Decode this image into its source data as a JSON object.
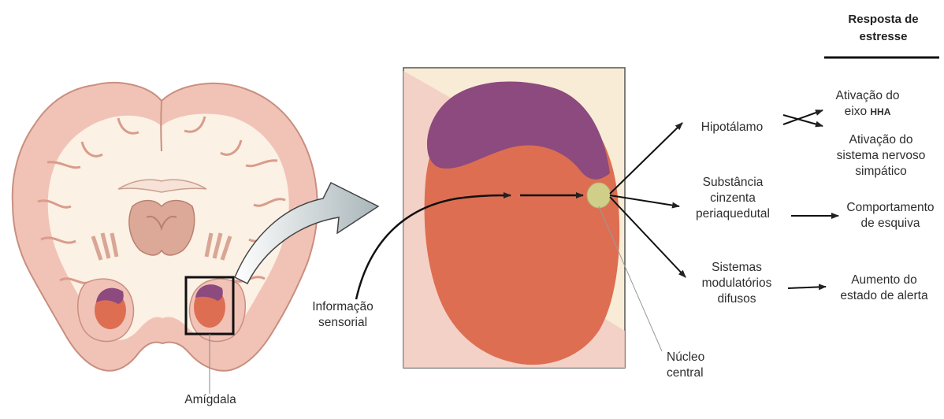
{
  "header": {
    "line1": "Resposta de",
    "line2": "estresse"
  },
  "labels": {
    "amigdala": "Amígdala",
    "informacao_line1": "Informação",
    "informacao_line2": "sensorial",
    "nucleo_line1": "Núcleo",
    "nucleo_line2": "central",
    "hipotalamo": "Hipotálamo",
    "substancia_line1": "Substância",
    "substancia_line2": "cinzenta",
    "substancia_line3": "periaquedutal",
    "sistemas_line1": "Sistemas",
    "sistemas_line2": "modulatórios",
    "sistemas_line3": "difusos"
  },
  "responses": {
    "hha_line1": "Ativação do",
    "hha_line2_prefix": "eixo",
    "hha_line2_abbr": "HHA",
    "simp_line1": "Ativação do",
    "simp_line2": "sistema nervoso",
    "simp_line3": "simpático",
    "esquiva_line1": "Comportamento",
    "esquiva_line2": "de esquiva",
    "alerta_line1": "Aumento do",
    "alerta_line2": "estado de alerta"
  },
  "colors": {
    "brain_tissue": "#f1c3b6",
    "white_matter": "#fbf1e4",
    "purple_region": "#8c4a7e",
    "orange_region": "#dd6e52",
    "central_nucleus": "#cfcf8a",
    "inset_background": "#f8ecd6"
  }
}
